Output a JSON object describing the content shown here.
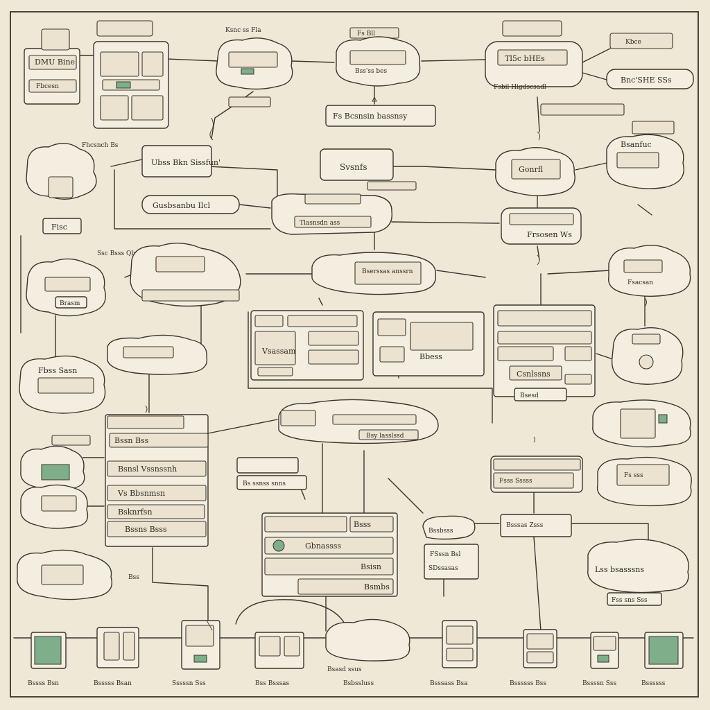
{
  "colors": {
    "paper": "#efe8d6",
    "ink": "#3a352d",
    "accent_green": "#7fae8a"
  },
  "nodes": {
    "tl_panel_label": "DMU Bine",
    "tl_panel_sub": "Fbcesn",
    "top_header_small": "Ksnc ss Fla",
    "top_center_box_title": "Fs Bll",
    "top_center_box_label": "Bss'ss bes",
    "top_right_tag": "Tl5c bHEs",
    "top_right_box_caption": "Fsbil Higdscsadl",
    "far_right_tag": "Kbce",
    "far_right_cloud_label": "Bnc'SHE SSs",
    "center_banner": "Fs Bcsnsin bassnsy",
    "left_cloud_label": "Fisc",
    "left_header_label": "Fhcsnch Bs",
    "mid_left_box": "Ubss Bkn Sissfun'",
    "mid_center_box": "Svsnfs",
    "mid_right_cloud": "Gonrfl",
    "right_cloud_top": "Bsanfuc",
    "long_left_pill": "Gusbsanbu Ilcl",
    "center_long_pill": "Tlasnsdn ass",
    "right_box_mid": "Frsosen Ws",
    "left_cloud_mid": "Brasm",
    "left_strip": "Ssc Bsss Qbn",
    "left_cloud_low": "Fbss Sasn",
    "center_pill_mid": "Bserssas anssrn",
    "right_cloud_mid": "Fsacsan",
    "mid_band_left": "Vsassam",
    "mid_band_center": "Bbess",
    "mid_band_right": "Csnlssns",
    "mid_band_caption": "Bsesd",
    "lower_center_cloud": "Bsy lasslssd",
    "lower_left_list_title": "Bssn Bss",
    "lower_left_item1": "Bsnsl Vssnssnh",
    "lower_left_item2": "Vs Bbsnmsn",
    "lower_left_item3": "Bsknrfsn",
    "lower_left_item4": "Bssns Bsss",
    "lower_mid_box": "Bs ssnss snns",
    "right_lower_box": "Fsss Sssss",
    "right_lower_cloud": "Fs sss",
    "center_table_r1": "Bsss",
    "center_table_r2": "Gbnassss",
    "center_table_r3": "Bsisn",
    "center_table_r4": "Bsmbs",
    "small_box_mid": "Bssbsss",
    "small_box_right": "Bsssas Zsss",
    "right_box_low": "FSssn Bsl",
    "right_box_low_sub": "SDssasas",
    "far_right_cloud_low": "Lss bsasssns",
    "far_right_caption_low": "Fss sns Sss",
    "left_cloud_bottom": "Bss",
    "bottom_cloud_center": "Bsasd ssus",
    "bottom_cloud_caption": "Bsbssluss"
  },
  "bottom_devices": [
    {
      "label": "Bssss Bsn",
      "name": "device-1"
    },
    {
      "label": "Bsssss Bsan",
      "name": "device-2"
    },
    {
      "label": "Sssssn Sss",
      "name": "device-3"
    },
    {
      "label": "Bss Bsssas",
      "name": "device-4"
    },
    {
      "label": "Bsasd ssus",
      "name": "device-5"
    },
    {
      "label": "Bsssass Bsa",
      "name": "device-6"
    },
    {
      "label": "Bssssss Bss",
      "name": "device-7"
    },
    {
      "label": "Bssssn Sss",
      "name": "device-8"
    },
    {
      "label": "Bssssss",
      "name": "device-9"
    }
  ]
}
